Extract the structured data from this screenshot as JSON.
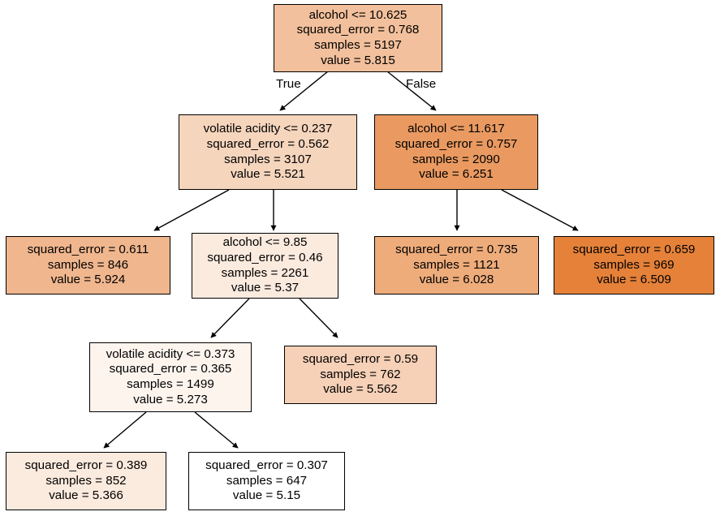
{
  "figure": {
    "kind": "decision-tree-diagram",
    "background": "#ffffff",
    "border_color": "#000000",
    "text_color": "#000000"
  },
  "edge_labels": {
    "true": "True",
    "false": "False"
  },
  "chart_data": {
    "type": "diagram",
    "title": "",
    "subtype": "regression-decision-tree",
    "criterion": "squared_error",
    "total_samples": 5197,
    "colormap": {
      "low": "#ffffff",
      "high": "#e58139",
      "value_min": 5.15,
      "value_max": 6.509
    },
    "nodes": [
      {
        "id": "n0",
        "depth": 0,
        "condition": "alcohol <= 10.625",
        "squared_error": "squared_error = 0.768",
        "samples": "samples = 5197",
        "value": "value = 5.815",
        "fill": "#f2c09c",
        "numeric": {
          "squared_error": 0.768,
          "samples": 5197,
          "value": 5.815
        }
      },
      {
        "id": "n1",
        "depth": 1,
        "condition": "volatile acidity <= 0.237",
        "squared_error": "squared_error = 0.562",
        "samples": "samples = 3107",
        "value": "value = 5.521",
        "fill": "#f6d5bd",
        "numeric": {
          "squared_error": 0.562,
          "samples": 3107,
          "value": 5.521
        }
      },
      {
        "id": "n2",
        "depth": 1,
        "condition": "alcohol <= 11.617",
        "squared_error": "squared_error = 0.757",
        "samples": "samples = 2090",
        "value": "value = 6.251",
        "fill": "#ea9a61",
        "numeric": {
          "squared_error": 0.757,
          "samples": 2090,
          "value": 6.251
        }
      },
      {
        "id": "n3",
        "depth": 2,
        "condition": "",
        "squared_error": "squared_error = 0.611",
        "samples": "samples = 846",
        "value": "value = 5.924",
        "fill": "#f0b68e",
        "numeric": {
          "squared_error": 0.611,
          "samples": 846,
          "value": 5.924
        }
      },
      {
        "id": "n4",
        "depth": 2,
        "condition": "alcohol <= 9.85",
        "squared_error": "squared_error = 0.46",
        "samples": "samples = 2261",
        "value": "value = 5.37",
        "fill": "#fbeade",
        "numeric": {
          "squared_error": 0.46,
          "samples": 2261,
          "value": 5.37
        }
      },
      {
        "id": "n5",
        "depth": 2,
        "condition": "",
        "squared_error": "squared_error = 0.735",
        "samples": "samples = 1121",
        "value": "value = 6.028",
        "fill": "#eeac7b",
        "numeric": {
          "squared_error": 0.735,
          "samples": 1121,
          "value": 6.028
        }
      },
      {
        "id": "n6",
        "depth": 2,
        "condition": "",
        "squared_error": "squared_error = 0.659",
        "samples": "samples = 969",
        "value": "value = 6.509",
        "fill": "#e58139",
        "numeric": {
          "squared_error": 0.659,
          "samples": 969,
          "value": 6.509
        }
      },
      {
        "id": "n7",
        "depth": 3,
        "condition": "volatile acidity <= 0.373",
        "squared_error": "squared_error = 0.365",
        "samples": "samples = 1499",
        "value": "value = 5.273",
        "fill": "#fdf4ee",
        "numeric": {
          "squared_error": 0.365,
          "samples": 1499,
          "value": 5.273
        }
      },
      {
        "id": "n8",
        "depth": 3,
        "condition": "",
        "squared_error": "squared_error = 0.59",
        "samples": "samples = 762",
        "value": "value = 5.562",
        "fill": "#f6d1b7",
        "numeric": {
          "squared_error": 0.59,
          "samples": 762,
          "value": 5.562
        }
      },
      {
        "id": "n9",
        "depth": 4,
        "condition": "",
        "squared_error": "squared_error = 0.389",
        "samples": "samples = 852",
        "value": "value = 5.366",
        "fill": "#fbeade",
        "numeric": {
          "squared_error": 0.389,
          "samples": 852,
          "value": 5.366
        }
      },
      {
        "id": "n10",
        "depth": 4,
        "condition": "",
        "squared_error": "squared_error = 0.307",
        "samples": "samples = 647",
        "value": "value = 5.15",
        "fill": "#ffffff",
        "numeric": {
          "squared_error": 0.307,
          "samples": 647,
          "value": 5.15
        }
      }
    ],
    "edges": [
      {
        "from": "n0",
        "to": "n1",
        "label": "True"
      },
      {
        "from": "n0",
        "to": "n2",
        "label": "False"
      },
      {
        "from": "n1",
        "to": "n3",
        "label": ""
      },
      {
        "from": "n1",
        "to": "n4",
        "label": ""
      },
      {
        "from": "n2",
        "to": "n5",
        "label": ""
      },
      {
        "from": "n2",
        "to": "n6",
        "label": ""
      },
      {
        "from": "n4",
        "to": "n7",
        "label": ""
      },
      {
        "from": "n4",
        "to": "n8",
        "label": ""
      },
      {
        "from": "n7",
        "to": "n9",
        "label": ""
      },
      {
        "from": "n7",
        "to": "n10",
        "label": ""
      }
    ]
  }
}
